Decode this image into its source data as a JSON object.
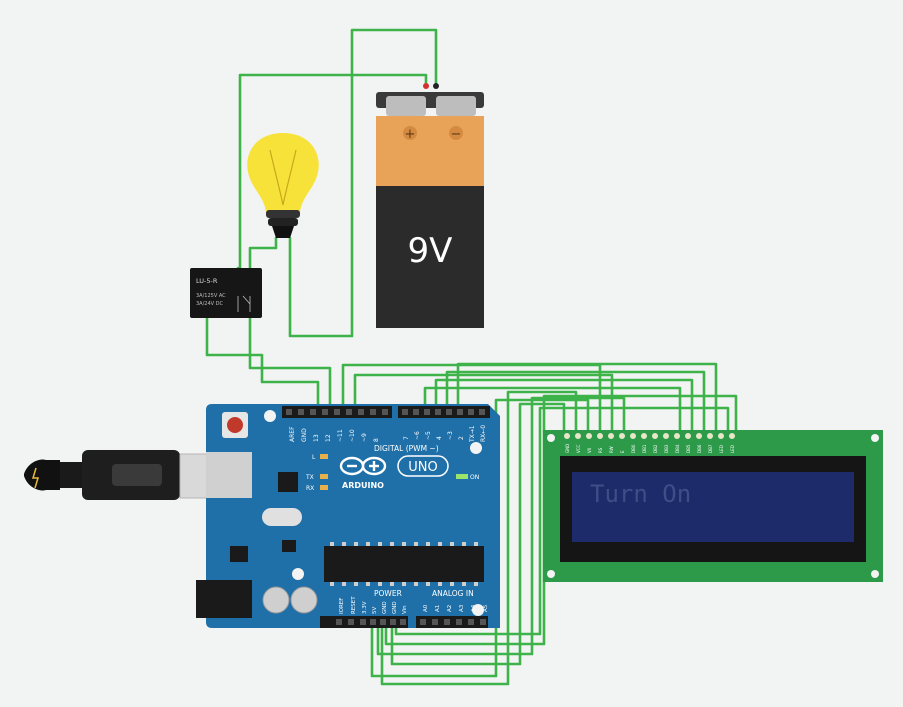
{
  "battery": {
    "voltage_label": "9V",
    "plus_label": "+",
    "minus_label": "−"
  },
  "relay": {
    "model": "LU-5-R",
    "rating_ac": "3A/125V AC",
    "rating_dc": "3A/24V DC"
  },
  "arduino": {
    "logo_text": "ARDUINO",
    "model_badge": "UNO",
    "digital_header_label": "DIGITAL (PWM ~)",
    "power_label": "POWER",
    "analog_label": "ANALOG IN",
    "led_l": "L",
    "led_tx": "TX",
    "led_rx": "RX",
    "led_on": "ON",
    "digital_pins_left": [
      "AREF",
      "GND",
      "13",
      "12",
      "~11",
      "~10",
      "~9",
      "8"
    ],
    "digital_pins_right": [
      "7",
      "~6",
      "~5",
      "4",
      "~3",
      "2",
      "TX→1",
      "RX←0"
    ],
    "power_pins": [
      "IOREF",
      "RESET",
      "3.3V",
      "5V",
      "GND",
      "GND",
      "Vin"
    ],
    "analog_pins": [
      "A0",
      "A1",
      "A2",
      "A3",
      "A4",
      "A5"
    ]
  },
  "lcd": {
    "display_text": "Turn On",
    "pin_labels": [
      "GND",
      "VCC",
      "V0",
      "RS",
      "RW",
      "E",
      "DB0",
      "DB1",
      "DB2",
      "DB3",
      "DB4",
      "DB5",
      "DB6",
      "DB7",
      "LED",
      "LED"
    ]
  },
  "colors": {
    "background": "#f2f3f3",
    "wire": "#3db34a",
    "board": "#1f6fa8",
    "lcd_pcb": "#2d9a4a",
    "lcd_screen": "#1e2b6b",
    "lcd_text": "#3c4f86",
    "bulb": "#f7e23a",
    "battery_top": "#e8a25a",
    "battery_body": "#2b2b2b"
  }
}
